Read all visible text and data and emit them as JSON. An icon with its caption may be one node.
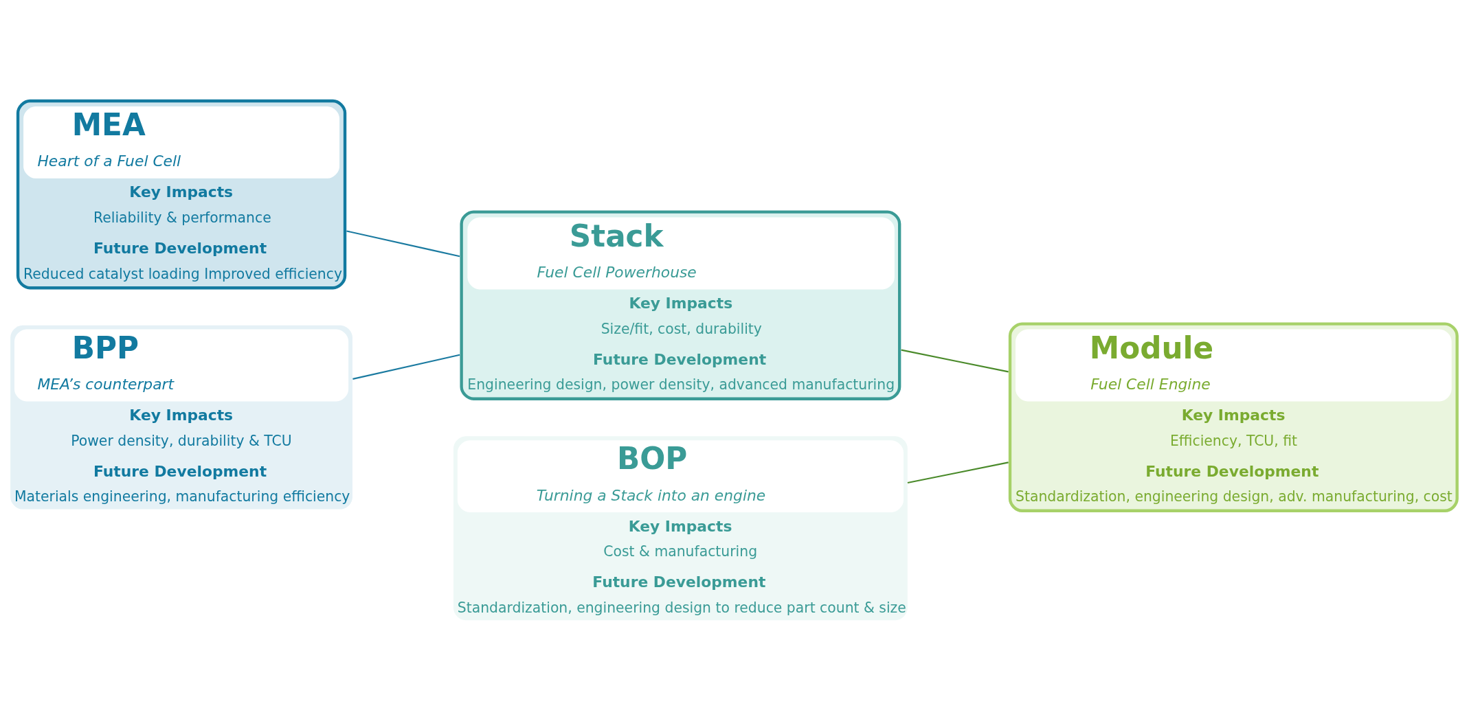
{
  "diagram": {
    "nodes": [
      {
        "text": [
          "MEA",
          "Heart of a Fuel Cell",
          "Key Impacts",
          "Reliability & performance",
          "Future Development",
          "Reduced catalyst loading Improved efficiency"
        ]
      },
      {
        "text": [
          "BPP",
          "MEA’s counterpart",
          "Key Impacts",
          "Power density, durability & TCU",
          "Future Development",
          "Materials engineering, manufacturing efficiency"
        ]
      },
      {
        "text": [
          "Stack",
          "Fuel Cell Powerhouse",
          "Key Impacts",
          "Size/fit, cost, durability",
          "Future Development",
          "Engineering design, power density, advanced manufacturing"
        ]
      },
      {
        "text": [
          "BOP",
          "Turning a Stack into an engine",
          "Key Impacts",
          "Cost & manufacturing",
          "Future Development",
          "Standardization, engineering design to reduce part count & size"
        ]
      },
      {
        "text": [
          "Module",
          "Fuel Cell Engine",
          "Key Impacts",
          "Efficiency, TCU, fit",
          "Future Development",
          "Standardization, engineering design, adv. manufacturing, cost"
        ]
      }
    ],
    "edges": [
      {
        "from": 0,
        "to": 2,
        "arrow": "none",
        "color": "#1a7aa0"
      },
      {
        "from": 1,
        "to": 2,
        "arrow": "none",
        "color": "#1a7aa0"
      },
      {
        "from": 2,
        "to": 4,
        "arrow": "none",
        "color": "#4a8a2a"
      },
      {
        "from": 3,
        "to": 4,
        "arrow": "none",
        "color": "#4a8a2a"
      }
    ]
  }
}
